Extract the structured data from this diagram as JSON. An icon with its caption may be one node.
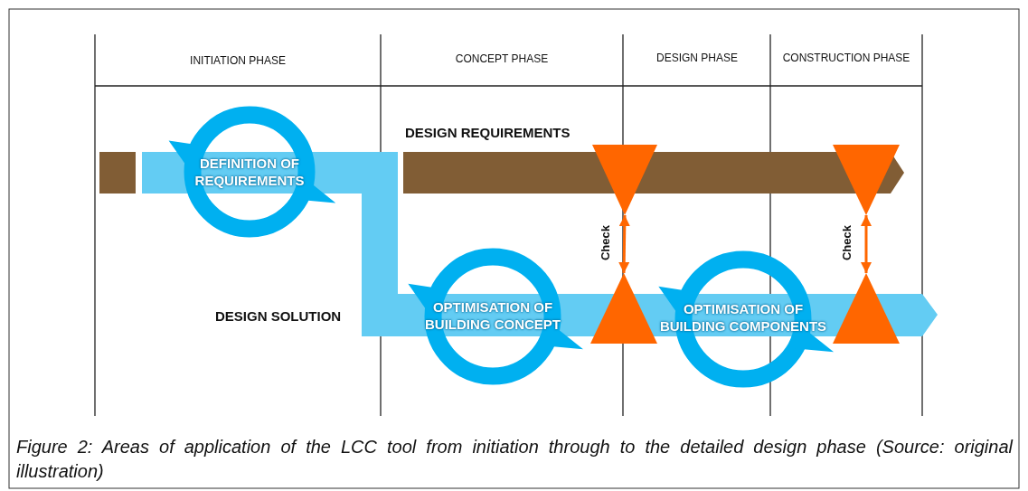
{
  "diagram": {
    "caption": "Figure 2: Areas of application of the LCC tool from initiation through to the detailed design phase (Source: original illustration)",
    "nodes": [
      {
        "text": [
          "DEFINITION OF REQUIREMENTS"
        ]
      },
      {
        "text": [
          "OPTIMISATION OF BUILDING CONCEPT"
        ]
      },
      {
        "text": [
          "OPTIMISATION OF BUILDING COMPONENTS"
        ]
      },
      {
        "text": [],
        "shape": "triangle"
      },
      {
        "text": [],
        "shape": "triangle"
      },
      {
        "text": [],
        "shape": "triangle"
      },
      {
        "text": [],
        "shape": "triangle"
      }
    ],
    "edges": [
      {
        "from": 3,
        "to": 5,
        "arrow": "both",
        "label": "Check"
      },
      {
        "from": 4,
        "to": 6,
        "arrow": "both",
        "label": "Check"
      }
    ],
    "labels": [
      "INITIATION PHASE",
      "CONCEPT PHASE",
      "DESIGN PHASE",
      "CONSTRUCTION PHASE",
      "DESIGN REQUIREMENTS",
      "DESIGN SOLUTION"
    ]
  }
}
